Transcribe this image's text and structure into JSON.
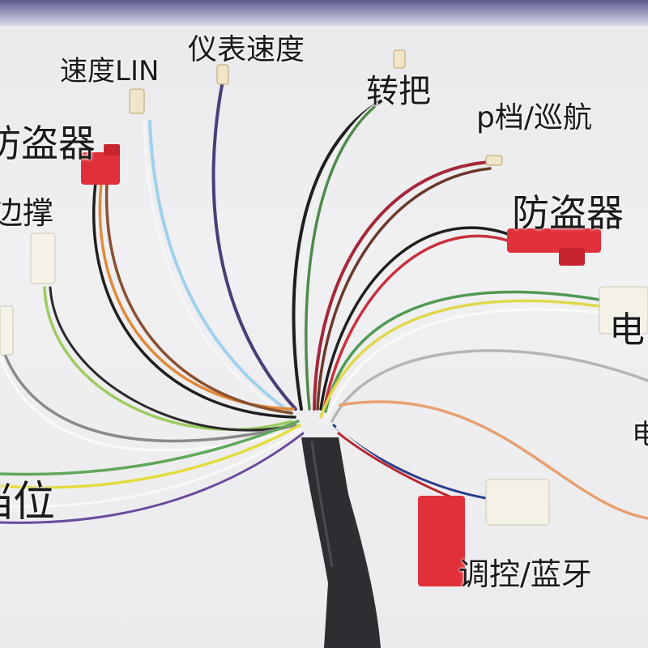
{
  "labels": {
    "speed_lin": "速度LIN",
    "meter_speed": "仪表速度",
    "throttle": "转把",
    "p_gear_cruise": "p档/巡航",
    "anti_theft_left": "防盗器",
    "anti_theft_right": "防盗器",
    "kickstand": "边撑",
    "gear": "档位",
    "tuning_bluetooth": "调控/蓝牙",
    "right_edge_1": "电",
    "right_edge_2": "电"
  },
  "colors": {
    "background": "#ebebee",
    "sleeve": "#2e2e32",
    "red_connector": "#e0303a",
    "white_connector": "#f4f1e6"
  }
}
